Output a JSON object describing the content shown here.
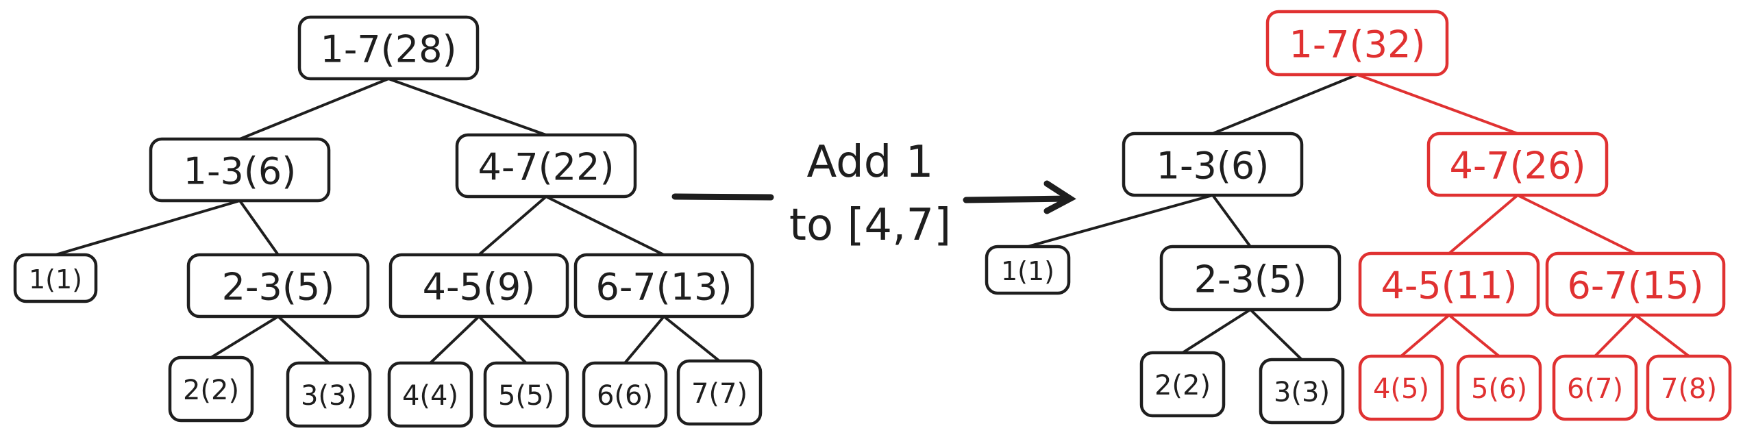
{
  "colors": {
    "normal": "#1e1e1e",
    "updated": "#e03131"
  },
  "operation": {
    "line1": "Add 1",
    "line2": "to [4,7]"
  },
  "before_tree": {
    "nodes": [
      {
        "id": "b-1-7",
        "label": "1-7(28)",
        "updated": false
      },
      {
        "id": "b-1-3",
        "label": "1-3(6)",
        "updated": false
      },
      {
        "id": "b-4-7",
        "label": "4-7(22)",
        "updated": false
      },
      {
        "id": "b-1",
        "label": "1(1)",
        "updated": false
      },
      {
        "id": "b-2-3",
        "label": "2-3(5)",
        "updated": false
      },
      {
        "id": "b-4-5",
        "label": "4-5(9)",
        "updated": false
      },
      {
        "id": "b-6-7",
        "label": "6-7(13)",
        "updated": false
      },
      {
        "id": "b-2",
        "label": "2(2)",
        "updated": false
      },
      {
        "id": "b-3",
        "label": "3(3)",
        "updated": false
      },
      {
        "id": "b-4",
        "label": "4(4)",
        "updated": false
      },
      {
        "id": "b-5",
        "label": "5(5)",
        "updated": false
      },
      {
        "id": "b-6",
        "label": "6(6)",
        "updated": false
      },
      {
        "id": "b-7",
        "label": "7(7)",
        "updated": false
      }
    ],
    "edges": [
      [
        "b-1-7",
        "b-1-3"
      ],
      [
        "b-1-7",
        "b-4-7"
      ],
      [
        "b-1-3",
        "b-1"
      ],
      [
        "b-1-3",
        "b-2-3"
      ],
      [
        "b-4-7",
        "b-4-5"
      ],
      [
        "b-4-7",
        "b-6-7"
      ],
      [
        "b-2-3",
        "b-2"
      ],
      [
        "b-2-3",
        "b-3"
      ],
      [
        "b-4-5",
        "b-4"
      ],
      [
        "b-4-5",
        "b-5"
      ],
      [
        "b-6-7",
        "b-6"
      ],
      [
        "b-6-7",
        "b-7"
      ]
    ]
  },
  "after_tree": {
    "nodes": [
      {
        "id": "a-1-7",
        "label": "1-7(32)",
        "updated": true
      },
      {
        "id": "a-1-3",
        "label": "1-3(6)",
        "updated": false
      },
      {
        "id": "a-4-7",
        "label": "4-7(26)",
        "updated": true
      },
      {
        "id": "a-1",
        "label": "1(1)",
        "updated": false
      },
      {
        "id": "a-2-3",
        "label": "2-3(5)",
        "updated": false
      },
      {
        "id": "a-4-5",
        "label": "4-5(11)",
        "updated": true
      },
      {
        "id": "a-6-7",
        "label": "6-7(15)",
        "updated": true
      },
      {
        "id": "a-2",
        "label": "2(2)",
        "updated": false
      },
      {
        "id": "a-3",
        "label": "3(3)",
        "updated": false
      },
      {
        "id": "a-4",
        "label": "4(5)",
        "updated": true
      },
      {
        "id": "a-5",
        "label": "5(6)",
        "updated": true
      },
      {
        "id": "a-6",
        "label": "6(7)",
        "updated": true
      },
      {
        "id": "a-7",
        "label": "7(8)",
        "updated": true
      }
    ],
    "edges": [
      [
        "a-1-7",
        "a-1-3"
      ],
      [
        "a-1-7",
        "a-4-7"
      ],
      [
        "a-1-3",
        "a-1"
      ],
      [
        "a-1-3",
        "a-2-3"
      ],
      [
        "a-4-7",
        "a-4-5"
      ],
      [
        "a-4-7",
        "a-6-7"
      ],
      [
        "a-2-3",
        "a-2"
      ],
      [
        "a-2-3",
        "a-3"
      ],
      [
        "a-4-5",
        "a-4"
      ],
      [
        "a-4-5",
        "a-5"
      ],
      [
        "a-6-7",
        "a-6"
      ],
      [
        "a-6-7",
        "a-7"
      ]
    ]
  }
}
